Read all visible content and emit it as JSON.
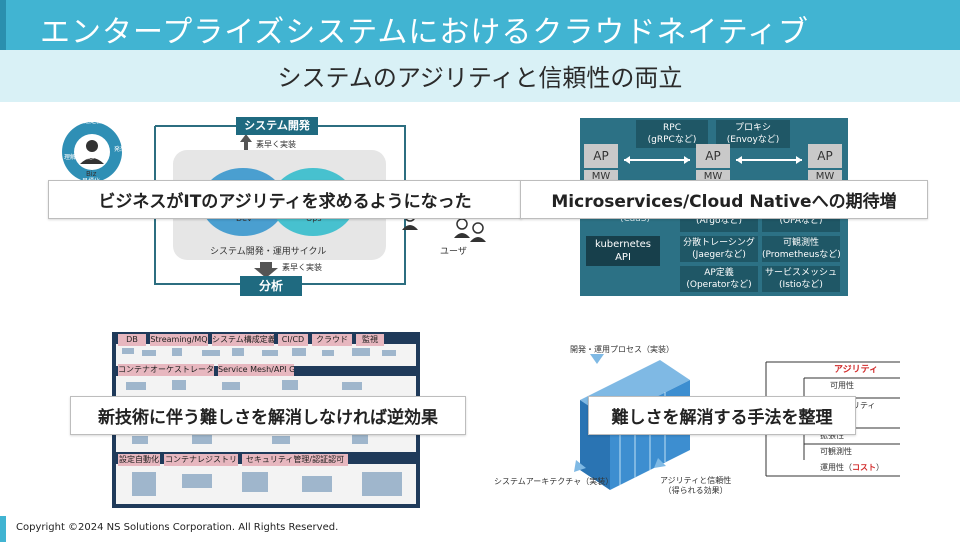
{
  "title": "エンタープライズシステムにおけるクラウドネイティブ",
  "subtitle": "システムのアジリティと信頼性の両立",
  "panel1": {
    "callout": "ビジネスがITのアジリティを求めるようになった",
    "top_box": "システム開発",
    "bottom_box": "分析",
    "fast1": "素早く実装",
    "fast2": "素早く実装",
    "cycle": "システム開発・運用サイクル",
    "dev": "Dev",
    "ops": "Ops",
    "biz": "Biz",
    "user": "ユーザ",
    "ring_labels": [
      "問題定義",
      "発想",
      "理解・共感",
      "目標化"
    ]
  },
  "panel2": {
    "callout": "Microservices/Cloud Nativeへの期待増",
    "rpc": "RPC\n(gRPCなど)",
    "proxy": "プロキシ\n(Envoyなど)",
    "ap": "AP",
    "mw": "MW",
    "caas": "(CaaS)",
    "k8s": "kubernetes\nAPI",
    "cells": [
      "(Argoなど)",
      "(OPAなど)",
      "分散トレーシング\n(Jaegerなど)",
      "可観測性\n(Prometheusなど)",
      "AP定義\n(Operatorなど)",
      "サービスメッシュ\n(Istioなど)"
    ]
  },
  "panel3": {
    "callout": "新技術に伴う難しさを解消しなければ逆効果",
    "tags_top": [
      "DB",
      "Streaming/MQ",
      "システム構成定義",
      "CI/CD",
      "クラウド",
      "監視"
    ],
    "tags_mid": [
      "コンテナオーケストレータ",
      "Service Mesh/API GW"
    ],
    "tags_bottom": [
      "設定自動化",
      "コンテナレジストリ",
      "セキュリティ管理/認証認可"
    ]
  },
  "panel4": {
    "callout": "難しさを解消する手法を整理",
    "process": "開発・運用プロセス（実装）",
    "arch": "システムアーキテクチャ（実装）",
    "effect": "アジリティと信頼性\n（得られる効果）",
    "agility": "アジリティ",
    "list": [
      "可用性",
      "リティ",
      "拡張性",
      "可観測性"
    ],
    "cost_prefix": "運用性（",
    "cost_word": "コスト",
    "cost_suffix": "）"
  },
  "footer": "Copyright ©2024 NS Solutions Corporation. All Rights Reserved."
}
